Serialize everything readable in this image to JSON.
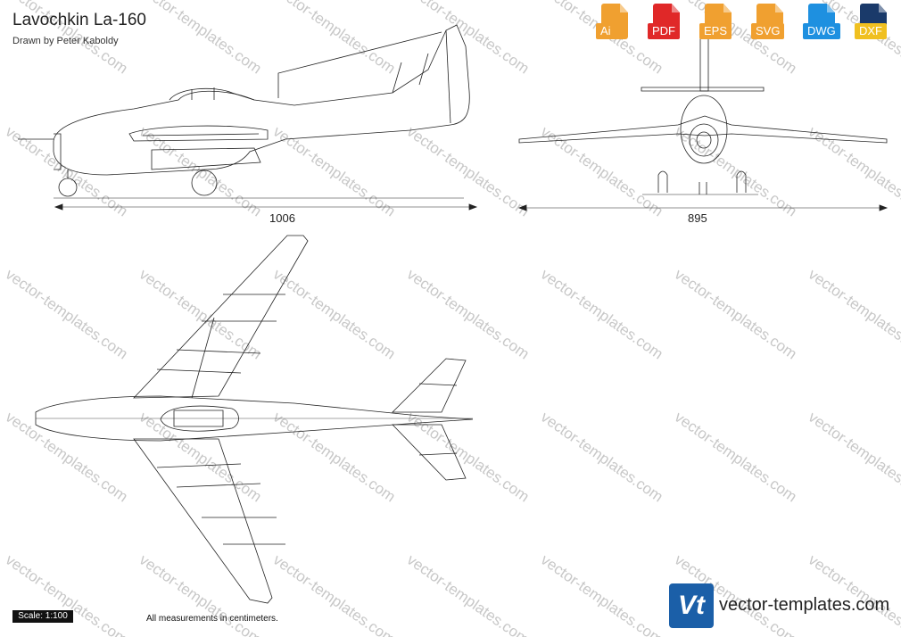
{
  "header": {
    "title": "Lavochkin La-160",
    "subtitle": "Drawn by Peter Kaboldy"
  },
  "formats": [
    {
      "label": "Ai",
      "color": "#f0a030"
    },
    {
      "label": "PDF",
      "color": "#e02828"
    },
    {
      "label": "EPS",
      "color": "#f0a030"
    },
    {
      "label": "SVG",
      "color": "#f0a030"
    },
    {
      "label": "DWG",
      "color": "#1e90e0"
    },
    {
      "label": "DXF",
      "color": "#f0c020"
    }
  ],
  "dimensions": {
    "length": "1006",
    "width": "895"
  },
  "footer": {
    "scale": "Scale: 1:100",
    "note": "All measurements in centimeters."
  },
  "brand": {
    "logo": "Vt",
    "name": "vector-templates.com",
    "color": "#1b5fa8"
  },
  "watermark": {
    "text": "vector-templates.com",
    "color": "#c8c8c8"
  }
}
